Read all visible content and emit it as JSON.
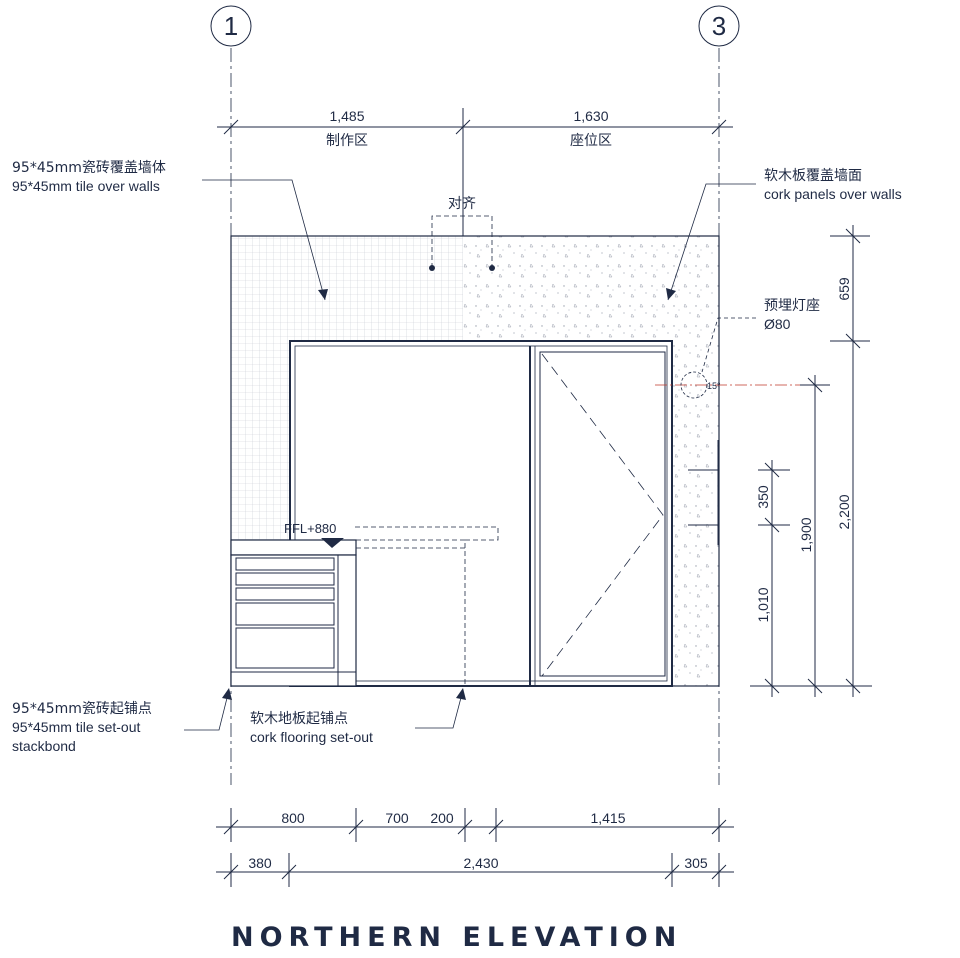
{
  "grid": {
    "left": "1",
    "right": "3"
  },
  "top_dims": {
    "left": {
      "value": "1,485",
      "zone": "制作区"
    },
    "right": {
      "value": "1,630",
      "zone": "座位区"
    }
  },
  "notes": {
    "tile_wall_cn": "95*45mm瓷砖覆盖墙体",
    "tile_wall_en": "95*45mm tile over walls",
    "cork_wall_cn": "软木板覆盖墙面",
    "cork_wall_en": "cork panels over walls",
    "align": "对齐",
    "lamp_cn": "预埋灯座",
    "lamp_en": "Ø80",
    "ffl": "FFL+880",
    "tile_setout_cn": "95*45mm瓷砖起铺点",
    "tile_setout_en1": "95*45mm tile set-out",
    "tile_setout_en2": "stackbond",
    "cork_floor_cn": "软木地板起铺点",
    "cork_floor_en": "cork flooring set-out",
    "angle": "15°"
  },
  "right_dims": {
    "top": "659",
    "overall": "2,200",
    "mid": "1,900",
    "small": "350",
    "low": "1,010"
  },
  "bottom_dims": {
    "row1": [
      "800",
      "700",
      "200",
      "1,415"
    ],
    "row2": [
      "380",
      "2,430",
      "305"
    ]
  },
  "title": "NORTHERN ELEVATION"
}
